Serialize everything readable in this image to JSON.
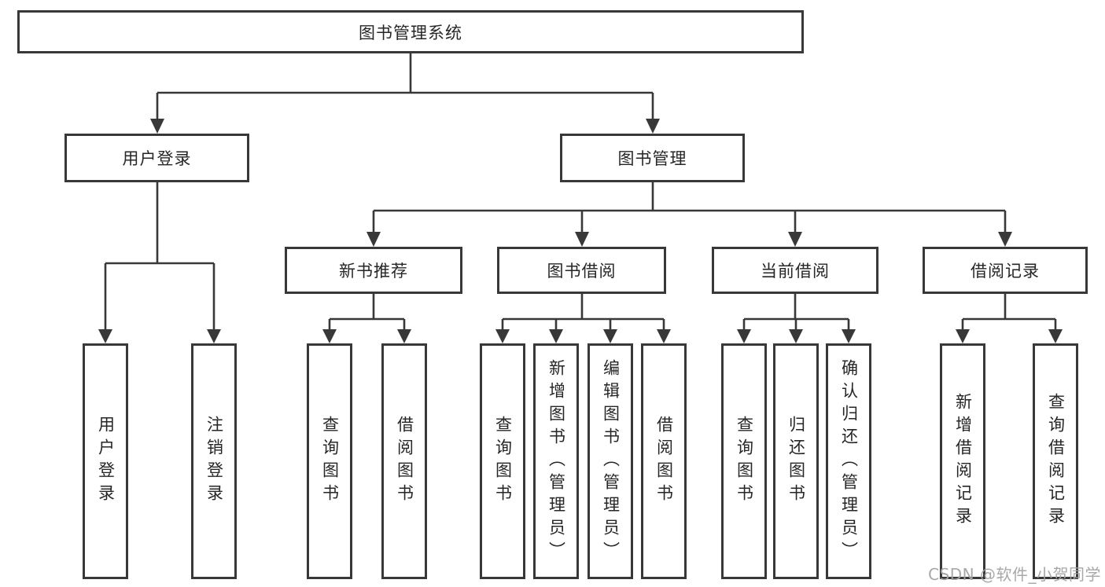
{
  "diagram": {
    "nodes": {
      "root": "图书管理系统",
      "user_login": "用户登录",
      "book_mgmt": "图书管理",
      "new_book_rec": "新书推荐",
      "book_borrow": "图书借阅",
      "current_borrow": "当前借阅",
      "borrow_records": "借阅记录",
      "leaf_user_login": "用户登录",
      "leaf_logout": "注销登录",
      "rec_query_books": "查询图书",
      "rec_borrow_books": "借阅图书",
      "bb_query_books": "查询图书",
      "bb_add_books": "新增图书（管理员）",
      "bb_edit_books": "编辑图书（管理员）",
      "bb_borrow_books": "借阅图书",
      "cb_query_books": "查询图书",
      "cb_return_books": "归还图书",
      "cb_confirm_return": "确认归还（管理员）",
      "br_add_record": "新增借阅记录",
      "br_query_record": "查询借阅记录"
    },
    "colors": {
      "line": "#383838",
      "text": "#262626",
      "background": "#ffffff",
      "watermark": "#a3a3a3"
    }
  },
  "watermark": "CSDN @软件_小贺同学"
}
